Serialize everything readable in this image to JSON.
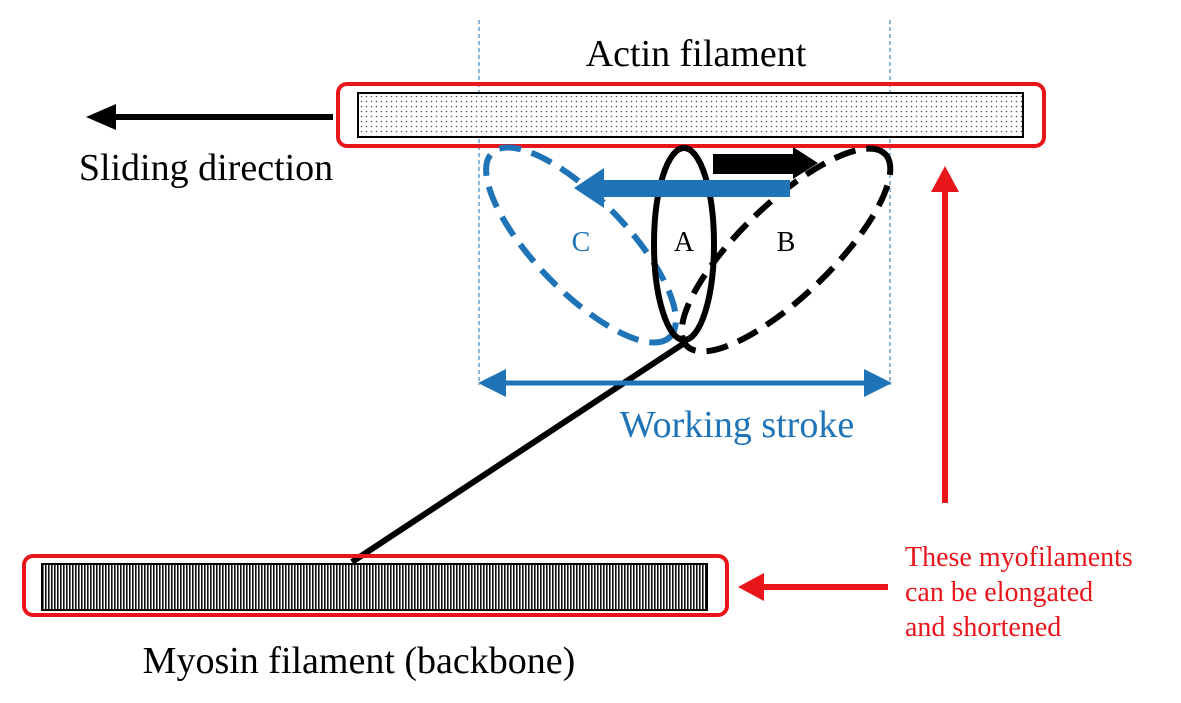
{
  "labels": {
    "actin_title": "Actin filament",
    "sliding_direction": "Sliding direction",
    "head_a": "A",
    "head_b": "B",
    "head_c": "C",
    "working_stroke": "Working stroke",
    "myosin_title": "Myosin filament (backbone)",
    "note_lines": [
      "These myofilaments",
      "can be elongated",
      "and shortened"
    ]
  },
  "colors": {
    "black": "#000000",
    "blue": "#1f73b7",
    "red": "#e8151b"
  }
}
